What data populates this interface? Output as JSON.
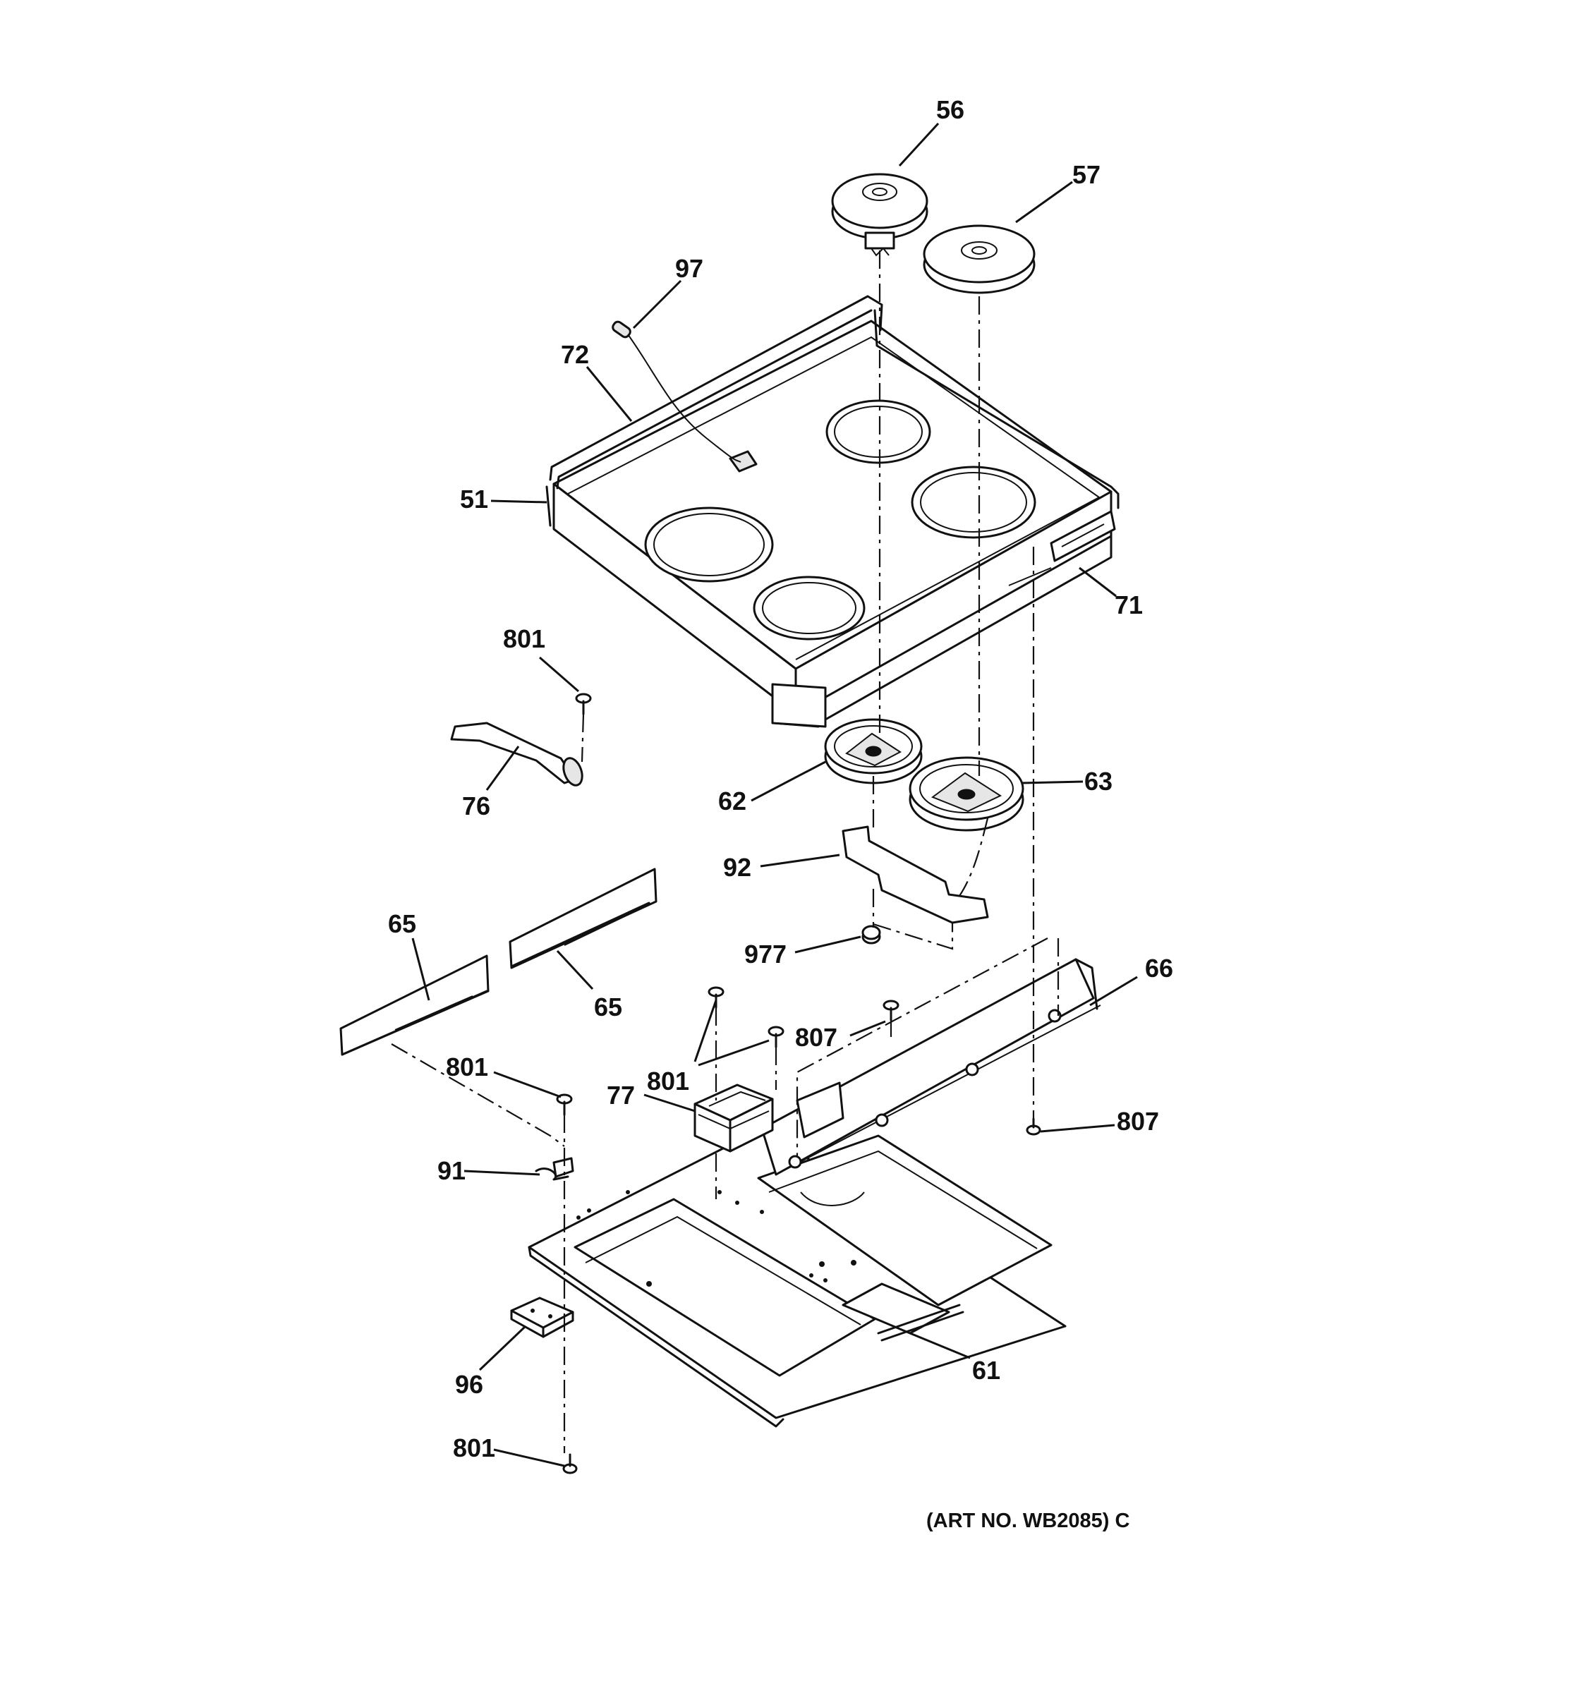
{
  "callouts": {
    "c56": "56",
    "c57": "57",
    "c97": "97",
    "c72": "72",
    "c51": "51",
    "c71": "71",
    "c801a": "801",
    "c76": "76",
    "c62": "62",
    "c63": "63",
    "c92": "92",
    "c977": "977",
    "c65a": "65",
    "c65b": "65",
    "c66": "66",
    "c807a": "807",
    "c801b": "801",
    "c77": "77",
    "c801c": "801",
    "c807b": "807",
    "c91": "91",
    "c96": "96",
    "c61": "61",
    "c801d": "801"
  },
  "art_number": "(ART NO. WB2085) C"
}
